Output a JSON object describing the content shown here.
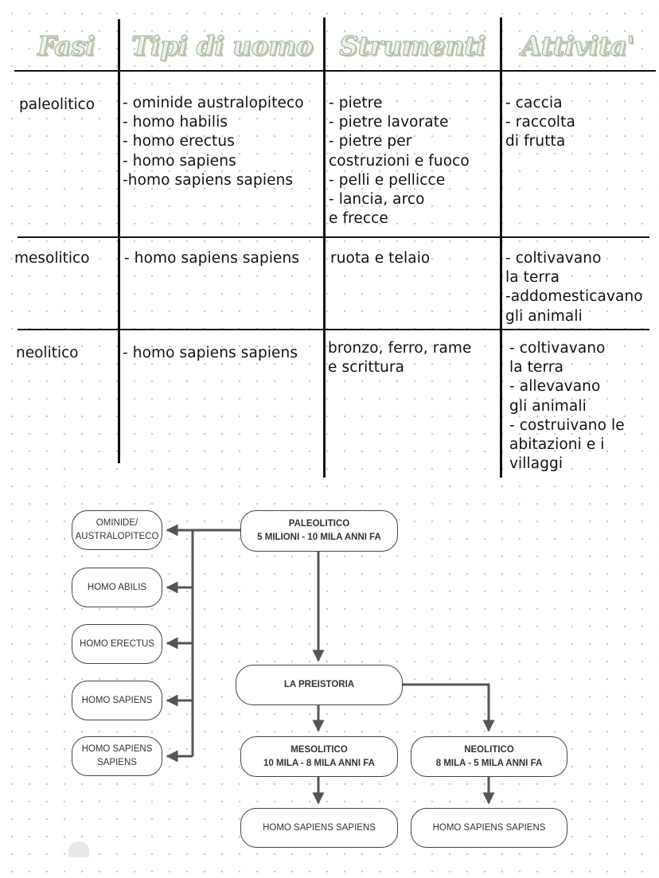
{
  "table": {
    "headers": {
      "fasi": "Fasi",
      "tipi": "Tipi di uomo",
      "strumenti": "Strumenti",
      "attivita": "Attivita'"
    },
    "rows": [
      {
        "phase": "paleolitico",
        "tipi": [
          "- ominide australopiteco",
          "- homo habilis",
          "- homo erectus",
          "- homo sapiens",
          "-homo sapiens sapiens"
        ],
        "strumenti": [
          "- pietre",
          "- pietre lavorate",
          "- pietre per",
          "costruzioni e fuoco",
          "- pelli e pellicce",
          "- lancia, arco",
          "e frecce"
        ],
        "attivita": [
          "- caccia",
          "- raccolta",
          "di frutta"
        ]
      },
      {
        "phase": "mesolitico",
        "tipi": [
          "- homo sapiens sapiens"
        ],
        "strumenti": [
          "ruota e telaio"
        ],
        "attivita": [
          "- coltivavano",
          "la terra",
          "-addomesticavano",
          "gli animali"
        ]
      },
      {
        "phase": "neolitico",
        "tipi": [
          "- homo sapiens sapiens"
        ],
        "strumenti": [
          "bronzo, ferro, rame",
          "e scrittura"
        ],
        "attivita": [
          "- coltivavano",
          "la terra",
          "- allevavano",
          "gli animali",
          "- costruivano le",
          "abitazioni e i",
          "villaggi"
        ]
      }
    ]
  },
  "diagram": {
    "paleolitico": {
      "title": "PALEOLITICO",
      "dates": "5 MILIONI - 10 MILA ANNI FA"
    },
    "preistoria": "LA PREISTORIA",
    "mesolitico": {
      "title": "MESOLITICO",
      "dates": "10 MILA - 8 MILA ANNI FA"
    },
    "neolitico": {
      "title": "NEOLITICO",
      "dates": "8 MILA - 5 MILA ANNI FA"
    },
    "species": [
      [
        "OMINIDE/",
        "AUSTRALOPITECO"
      ],
      [
        "HOMO ABILIS"
      ],
      [
        "HOMO ERECTUS"
      ],
      [
        "HOMO SAPIENS"
      ],
      [
        "HOMO SAPIENS",
        "SAPIENS"
      ]
    ],
    "meso_child": "HOMO SAPIENS SAPIENS",
    "neo_child": "HOMO SAPIENS SAPIENS",
    "line_color": "#555555"
  }
}
